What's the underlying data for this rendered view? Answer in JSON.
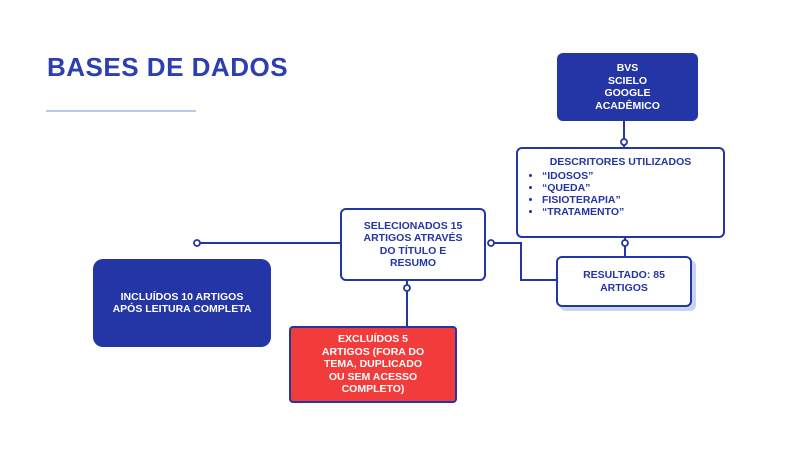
{
  "page": {
    "title": "BASES DE DADOS"
  },
  "boxes": {
    "bases": {
      "lines": [
        "BVS",
        "SCIELO",
        "GOOGLE",
        "ACADÊMICO"
      ]
    },
    "descritores": {
      "title": "DESCRITORES UTILIZADOS",
      "items": [
        "“IDOSOS”",
        "“QUEDA”",
        "FISIOTERAPIA”",
        "“TRATAMENTO”"
      ]
    },
    "resultado": {
      "lines": [
        "RESULTADO: 85",
        "ARTIGOS"
      ]
    },
    "selecionados": {
      "lines": [
        "SELECIONADOS 15",
        "ARTIGOS ATRAVÉS",
        "DO TÍTULO E",
        "RESUMO"
      ]
    },
    "incluidos": {
      "lines": [
        "INCLUÍDOS 10 ARTIGOS",
        "APÓS LEITURA COMPLETA"
      ]
    },
    "excluidos": {
      "lines": [
        "EXCLUÍDOS 5",
        "ARTIGOS (FORA DO",
        "TEMA, DUPLICADO",
        "OU SEM ACESSO",
        "COMPLETO)"
      ]
    }
  },
  "colors": {
    "title": "#2b3fb0",
    "primary": "#2435a5",
    "excluded_fill": "#f23b3b",
    "rule": "#b9cbe6"
  }
}
